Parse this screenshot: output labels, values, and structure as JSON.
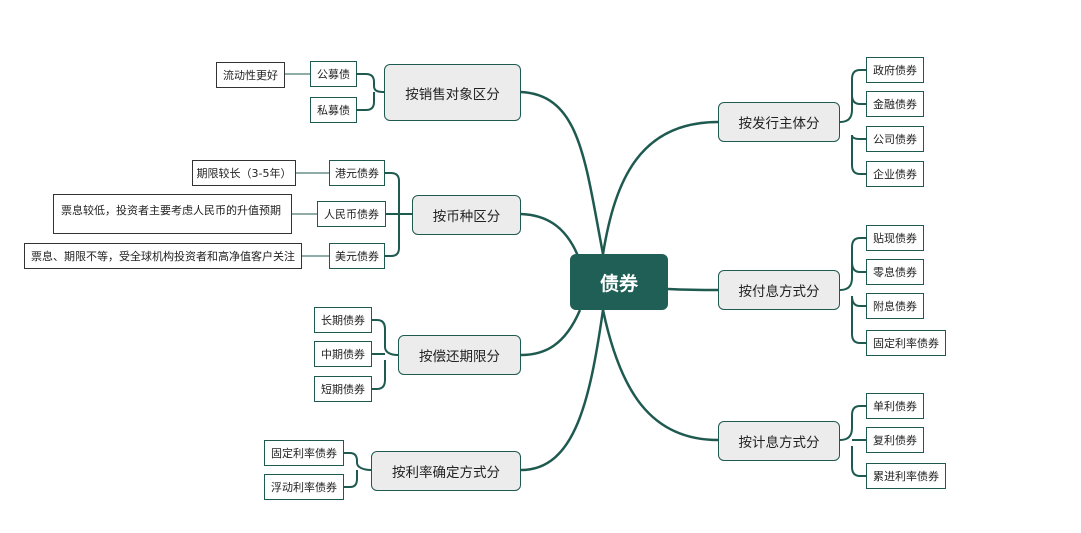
{
  "root": {
    "label": "债券"
  },
  "branches": {
    "issuer": {
      "label": "按发行主体分",
      "items": [
        "政府债券",
        "金融债券",
        "公司债券",
        "企业债券"
      ]
    },
    "interest_payment": {
      "label": "按付息方式分",
      "items": [
        "贴现债券",
        "零息债券",
        "附息债券",
        "固定利率债券"
      ]
    },
    "interest_calc": {
      "label": "按计息方式分",
      "items": [
        "单利债券",
        "复利债券",
        "累进利率债券"
      ]
    },
    "sales_target": {
      "label": "按销售对象区分",
      "items": [
        "公募债",
        "私募债"
      ],
      "notes": {
        "public": "流动性更好"
      }
    },
    "currency": {
      "label": "按币种区分",
      "items": [
        "港元债券",
        "人民币债券",
        "美元债券"
      ],
      "notes": {
        "hkd": "期限较长（3-5年）",
        "rmb": "票息较低，投资者主要考虑人民币的升值预期",
        "usd": "票息、期限不等，受全球机构投资者和高净值客户关注"
      }
    },
    "maturity": {
      "label": "按偿还期限分",
      "items": [
        "长期债券",
        "中期债券",
        "短期债券"
      ]
    },
    "rate_type": {
      "label": "按利率确定方式分",
      "items": [
        "固定利率债券",
        "浮动利率债券"
      ]
    }
  }
}
